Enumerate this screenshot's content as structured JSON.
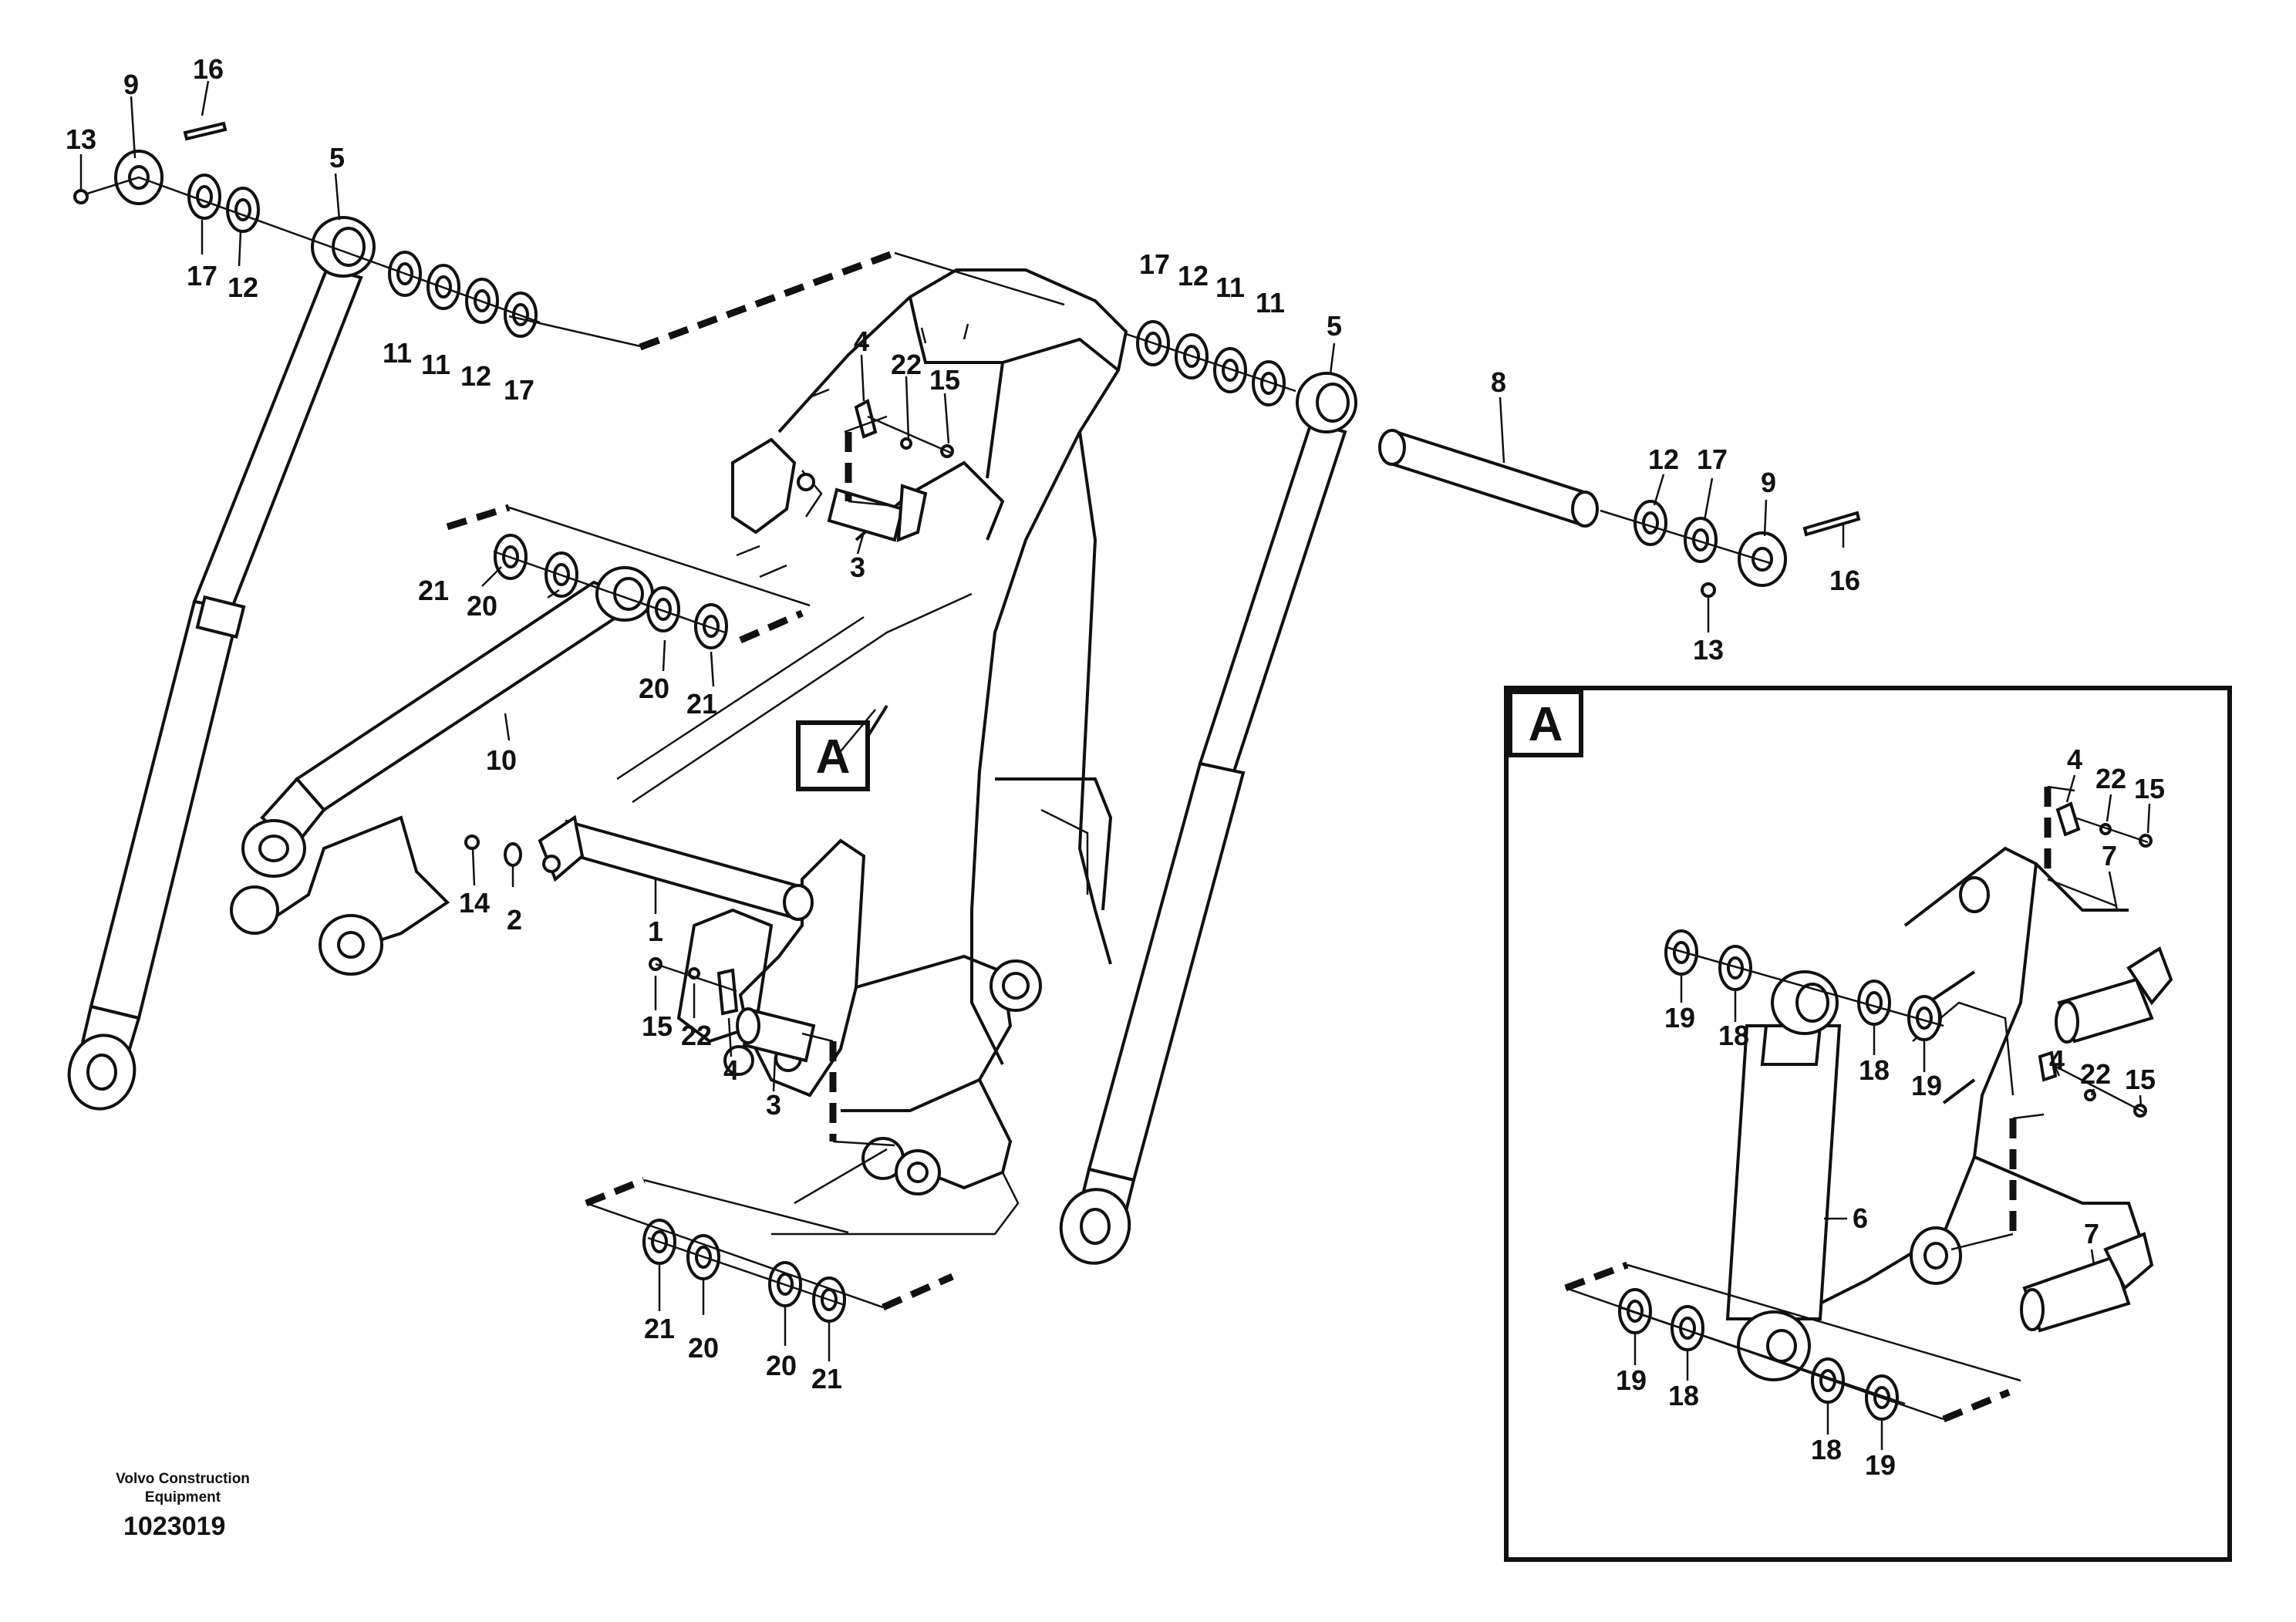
{
  "brand": {
    "line1": "Volvo Construction",
    "line2": "Equipment"
  },
  "document_number": "1023019",
  "detail_label": "A",
  "callouts": {
    "c9a": "9",
    "c16a": "16",
    "c13a": "13",
    "c5a": "5",
    "c17a": "17",
    "c12a": "12",
    "c11a": "11",
    "c11b": "11",
    "c12b": "12",
    "c17b": "17",
    "c17c": "17",
    "c12c": "12",
    "c11c": "11",
    "c11d": "11",
    "c5b": "5",
    "c8": "8",
    "c12d": "12",
    "c17d": "17",
    "c9b": "9",
    "c16b": "16",
    "c13b": "13",
    "c4a": "4",
    "c22a": "22",
    "c15a": "15",
    "c3a": "3",
    "c21a": "21",
    "c20a": "20",
    "c20b": "20",
    "c21b": "21",
    "c10": "10",
    "c14": "14",
    "c2": "2",
    "c1": "1",
    "c15b": "15",
    "c22b": "22",
    "c4b": "4",
    "c3b": "3",
    "c21c": "21",
    "c20c": "20",
    "c20d": "20",
    "c21d": "21",
    "d4a": "4",
    "d22a": "22",
    "d15a": "15",
    "d7a": "7",
    "d19a": "19",
    "d18a": "18",
    "d18b": "18",
    "d19b": "19",
    "d4b": "4",
    "d22b": "22",
    "d15b": "15",
    "d6": "6",
    "d7b": "7",
    "d19c": "19",
    "d18c": "18",
    "d18d": "18",
    "d19d": "19"
  }
}
